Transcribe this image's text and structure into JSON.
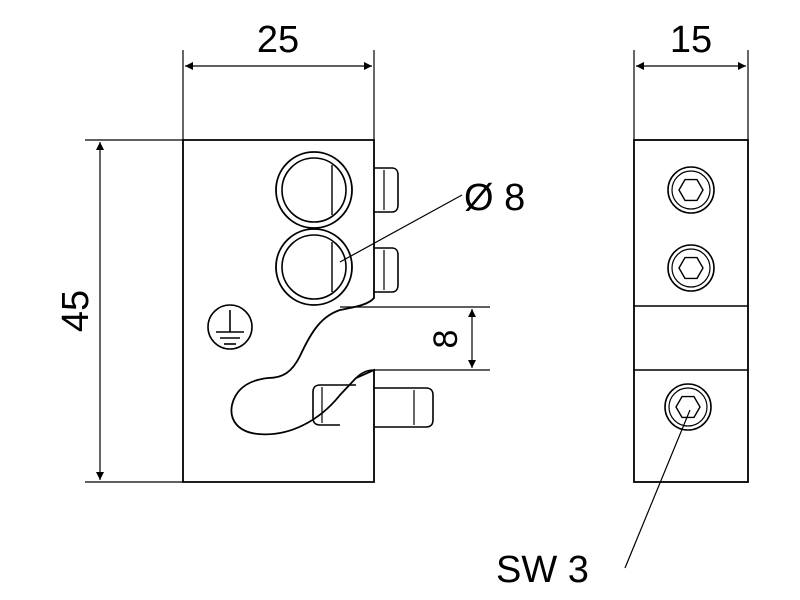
{
  "front_view": {
    "width_label": "25",
    "height_label": "45",
    "slot_label": "8",
    "bore_label": "Ø 8",
    "ground_symbol": "protective-earth-icon"
  },
  "side_view": {
    "width_label": "15",
    "hex_label": "SW 3"
  },
  "colors": {
    "line": "#000000",
    "background": "#ffffff"
  }
}
